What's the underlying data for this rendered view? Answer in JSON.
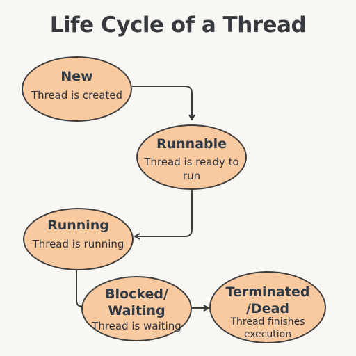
{
  "title": "Life Cycle of a Thread",
  "states": {
    "new": {
      "name": "New",
      "description": "Thread is created"
    },
    "runnable": {
      "name": "Runnable",
      "description": "Thread is ready to run"
    },
    "running": {
      "name": "Running",
      "description": "Thread is running"
    },
    "blocked": {
      "name": "Blocked/ Waiting",
      "description": "Thread is waiting"
    },
    "terminated": {
      "name": "Terminated /Dead",
      "description": "Thread finishes execution"
    }
  },
  "colors": {
    "node_fill": "#f9c9a0",
    "node_border": "#3d3d3d",
    "background": "#f8f7f3",
    "text": "#2e3a46"
  }
}
